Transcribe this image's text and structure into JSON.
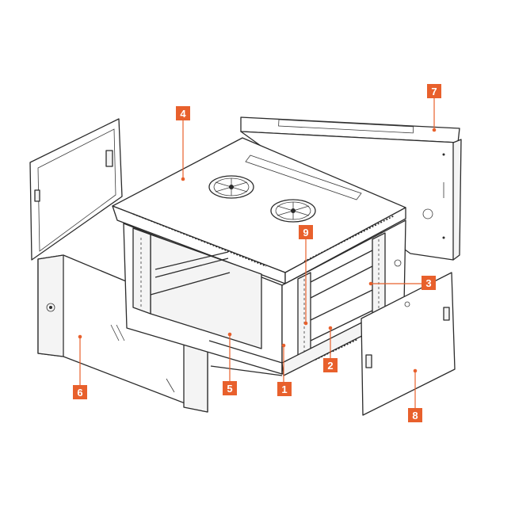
{
  "labels": [
    "1",
    "2",
    "3",
    "4",
    "5",
    "6",
    "7",
    "8",
    "9"
  ],
  "colors": {
    "callout": "#e8602c",
    "line": "#2b2b2b",
    "background": "#ffffff"
  }
}
